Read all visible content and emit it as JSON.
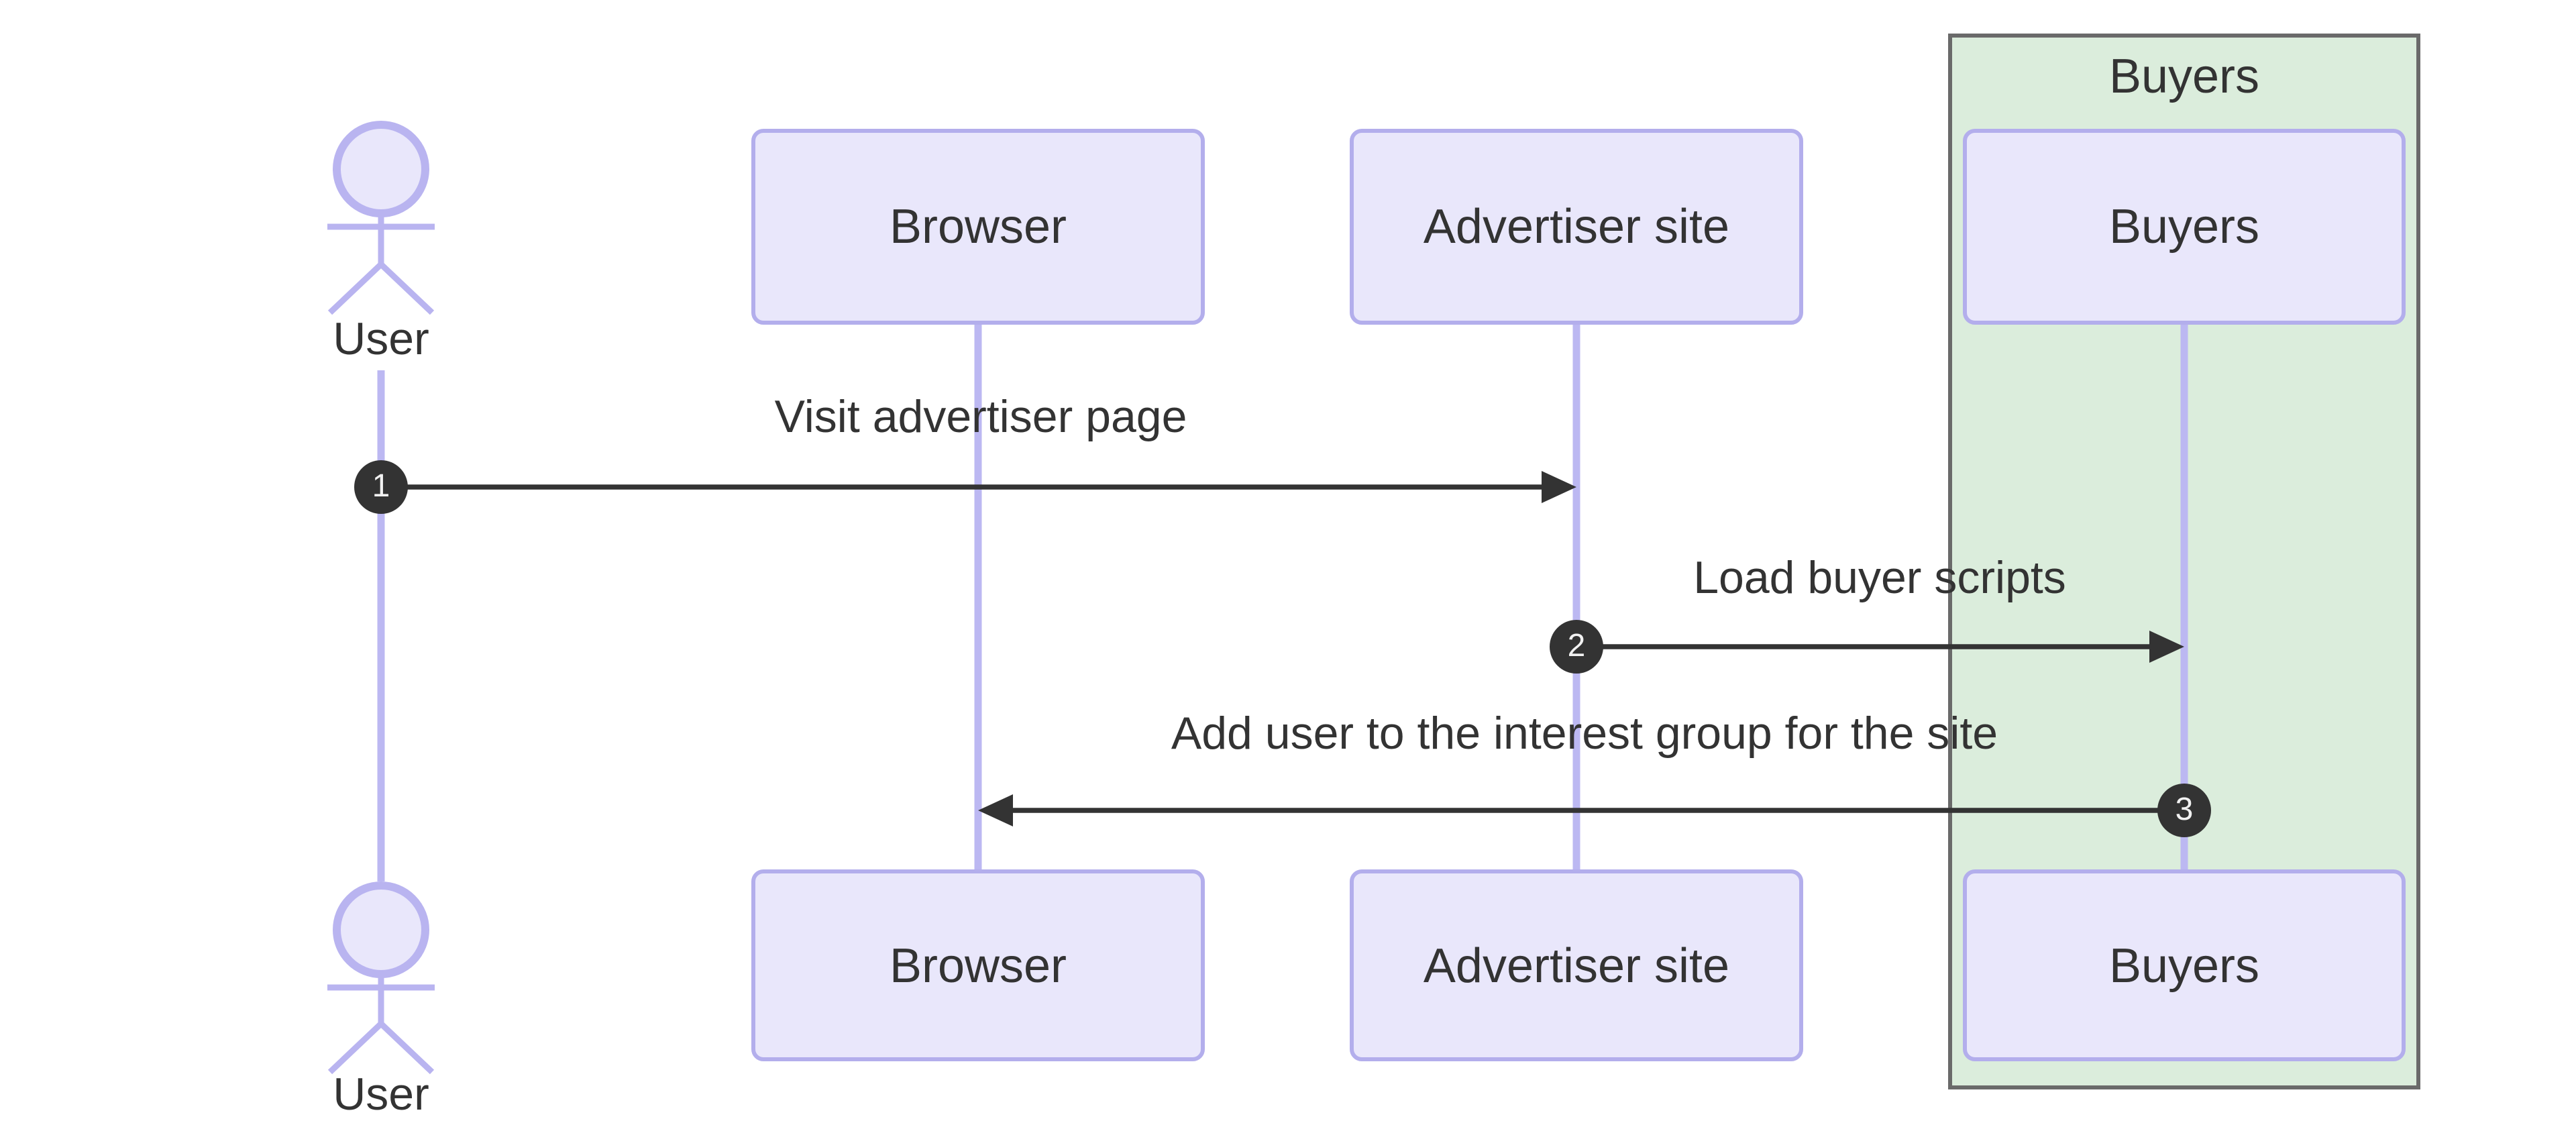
{
  "diagram": {
    "kind": "sequence-diagram",
    "actor": {
      "label": "User"
    },
    "participants": [
      {
        "label": "Browser"
      },
      {
        "label": "Advertiser site"
      },
      {
        "label": "Buyers"
      }
    ],
    "group": {
      "title": "Buyers",
      "members": [
        "Buyers"
      ]
    },
    "messages": [
      {
        "seq": "1",
        "text": "Visit advertiser page",
        "from": "User",
        "to": "Advertiser site",
        "direction": "right"
      },
      {
        "seq": "2",
        "text": "Load buyer scripts",
        "from": "Advertiser site",
        "to": "Buyers",
        "direction": "right"
      },
      {
        "seq": "3",
        "text": "Add user to the interest group for the site",
        "from": "Buyers",
        "to": "Browser",
        "direction": "left"
      }
    ],
    "colors": {
      "participant_fill": "#E9E7FB",
      "participant_border": "#B3AEEC",
      "lifeline": "#BCB8F2",
      "actor_stroke": "#B9B4F0",
      "actor_head_fill": "#E9E7FB",
      "group_fill": "#DBEDDC",
      "group_border": "#6A6A6A",
      "arrow": "#333333",
      "badge_fill": "#333333",
      "badge_text": "#F2F2F2",
      "text": "#333333",
      "background": "#FFFFFF"
    }
  }
}
